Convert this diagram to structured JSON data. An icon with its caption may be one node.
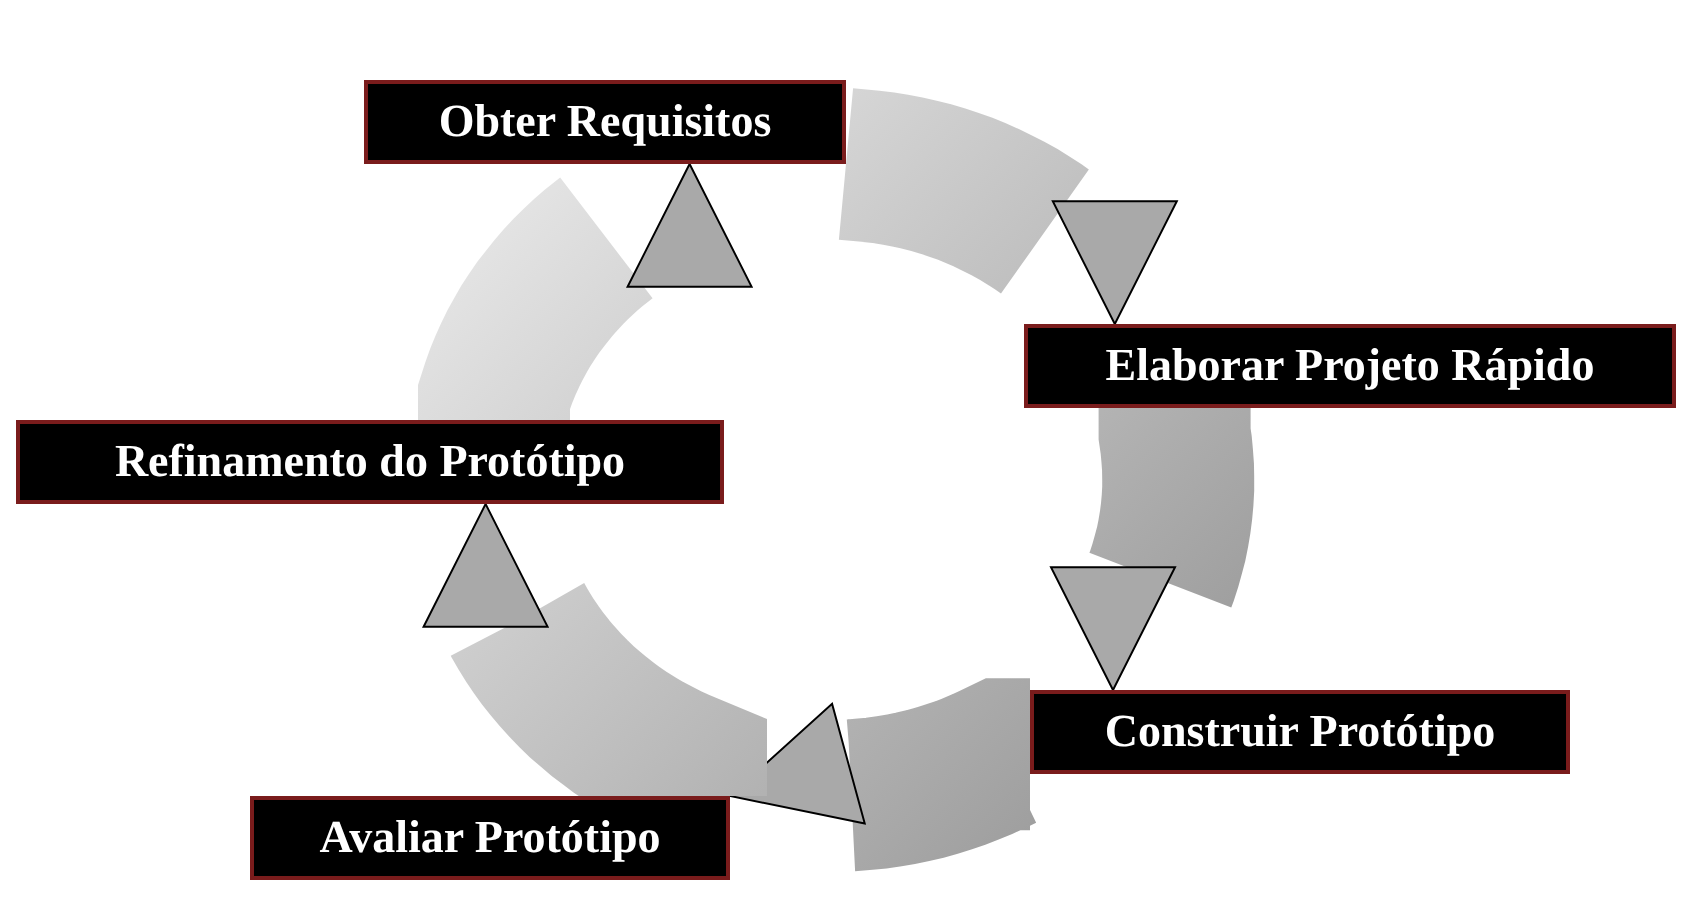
{
  "diagram": {
    "nodes": [
      {
        "text": [
          "Obter Requisitos"
        ]
      },
      {
        "text": [
          "Elaborar Projeto Rápido"
        ]
      },
      {
        "text": [
          "Refinamento do Protótipo"
        ]
      },
      {
        "text": [
          "Construir Protótipo"
        ]
      },
      {
        "text": [
          "Avaliar Protótipo"
        ]
      }
    ],
    "edges": [
      {
        "from": 0,
        "to": 1,
        "arrow": "to"
      },
      {
        "from": 1,
        "to": 3,
        "arrow": "to"
      },
      {
        "from": 3,
        "to": 4,
        "arrow": "to"
      },
      {
        "from": 4,
        "to": 2,
        "arrow": "to"
      },
      {
        "from": 2,
        "to": 0,
        "arrow": "to"
      }
    ]
  }
}
